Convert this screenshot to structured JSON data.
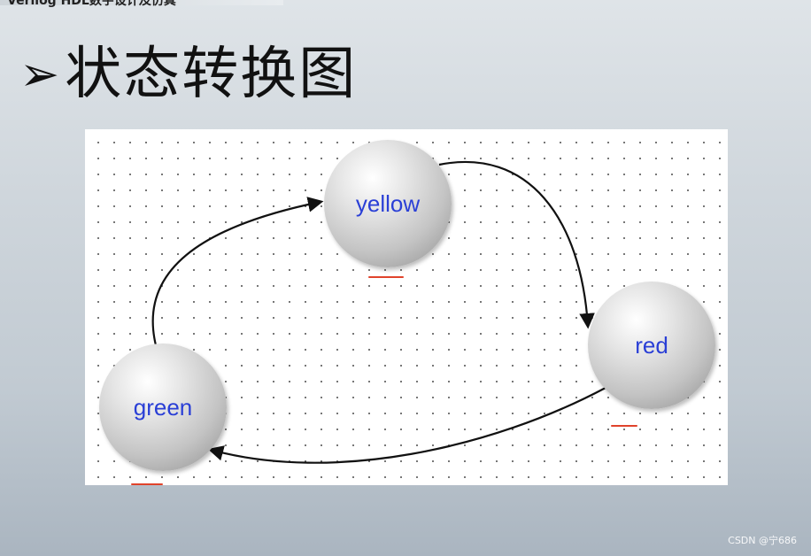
{
  "slide": {
    "header_text": "Verilog HDL数字设计及仿真",
    "title_bullet": "➢",
    "title": "状态转换图",
    "watermark": "CSDN @宁686"
  },
  "diagram": {
    "states": [
      {
        "id": "yellow",
        "label": "yellow"
      },
      {
        "id": "red",
        "label": "red"
      },
      {
        "id": "green",
        "label": "green"
      }
    ],
    "transitions": [
      {
        "from": "yellow",
        "to": "red"
      },
      {
        "from": "red",
        "to": "green"
      },
      {
        "from": "green",
        "to": "yellow"
      }
    ],
    "colors": {
      "state_label": "#2a3fd6",
      "arrow": "#111111",
      "underline_mark": "#e0432b",
      "grid_dot": "#555555"
    }
  }
}
